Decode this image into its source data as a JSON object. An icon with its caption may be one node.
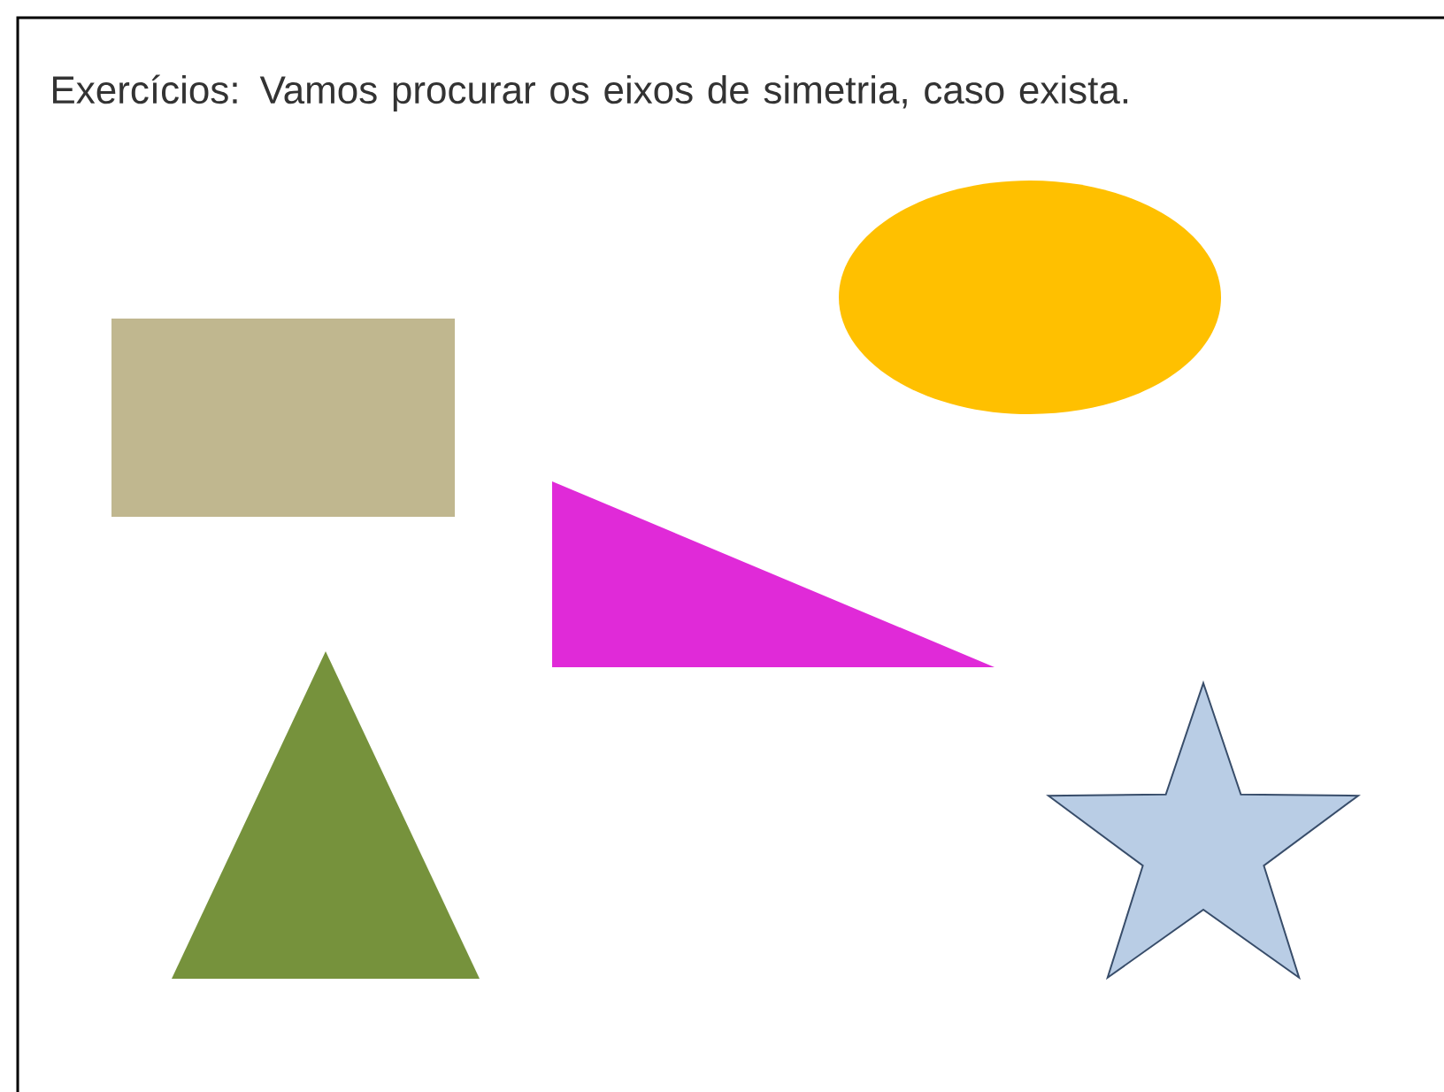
{
  "diagram": {
    "title": "Exercícios: Vamos procurar os eixos de simetria, caso exista.",
    "nodes": [
      {
        "text": [],
        "shape": "ellipse"
      },
      {
        "text": [],
        "shape": "box"
      },
      {
        "text": [],
        "shape": "triangle"
      },
      {
        "text": [],
        "shape": "triangle"
      },
      {
        "text": [],
        "shape": "star"
      }
    ]
  }
}
